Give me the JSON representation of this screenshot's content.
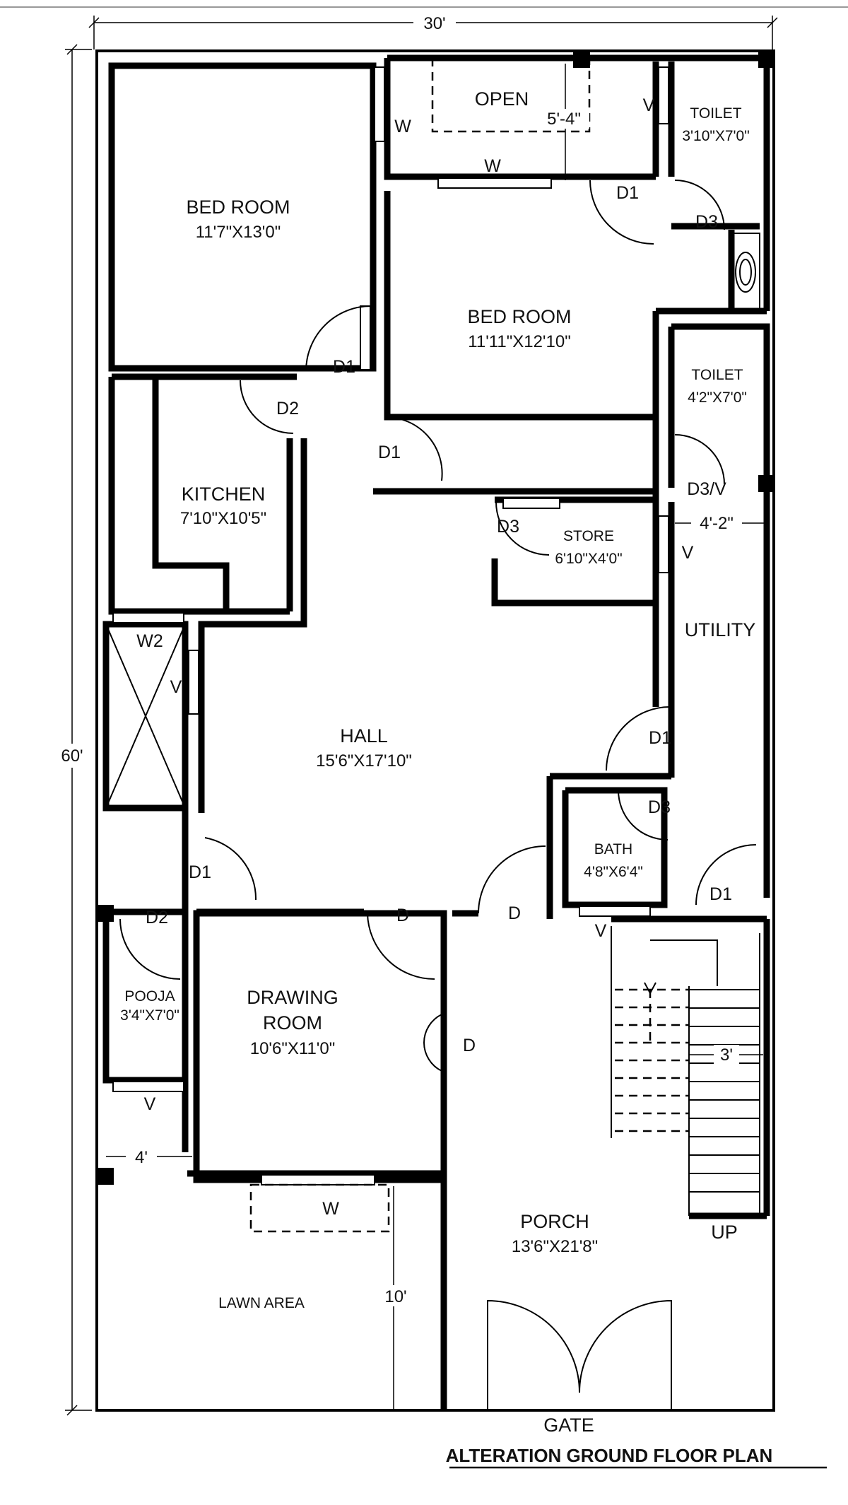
{
  "plan": {
    "title": "ALTERATION GROUND FLOOR PLAN",
    "overall_width": "30'",
    "overall_depth": "60'",
    "rooms": {
      "bedroom1_name": "BED ROOM",
      "bedroom1_size": "11'7\"X13'0\"",
      "open_name": "OPEN",
      "open_dim": "5'-4\"",
      "toilet1_name": "TOILET",
      "toilet1_size": "3'10\"X7'0\"",
      "bedroom2_name": "BED ROOM",
      "bedroom2_size": "11'11\"X12'10\"",
      "toilet2_name": "TOILET",
      "toilet2_size": "4'2\"X7'0\"",
      "kitchen_name": "KITCHEN",
      "kitchen_size": "7'10\"X10'5\"",
      "store_name": "STORE",
      "store_size": "6'10\"X4'0\"",
      "utility_name": "UTILITY",
      "utility_dim": "4'-2\"",
      "hall_name": "HALL",
      "hall_size": "15'6\"X17'10\"",
      "bath_name": "BATH",
      "bath_size": "4'8\"X6'4\"",
      "pooja_name": "POOJA",
      "pooja_size": "3'4\"X7'0\"",
      "drawing_name_1": "DRAWING",
      "drawing_name_2": "ROOM",
      "drawing_size": "10'6\"X11'0\"",
      "porch_name": "PORCH",
      "porch_size": "13'6\"X21'8\"",
      "lawn_name": "LAWN AREA",
      "lawn_dim_width": "4'",
      "lawn_dim_depth": "10'",
      "stair_width": "3'",
      "stair_up": "UP",
      "gate": "GATE"
    },
    "tags": {
      "w": "W",
      "v": "V",
      "d": "D",
      "d1": "D1",
      "d2": "D2",
      "d3": "D3",
      "d3v": "D3/V",
      "w2": "W2"
    }
  }
}
